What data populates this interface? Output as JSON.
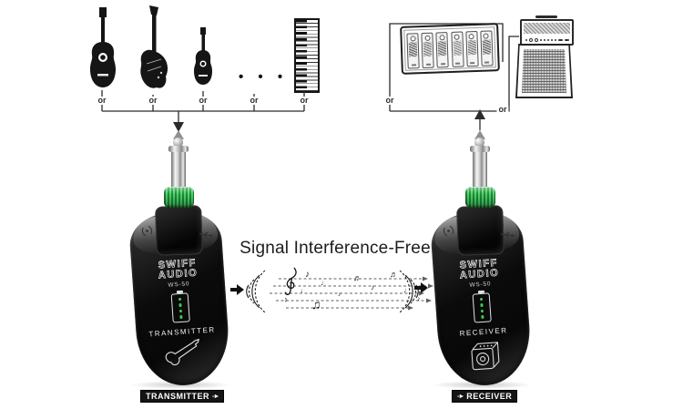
{
  "heading": {
    "text": "Signal Interference-Free"
  },
  "connections": {
    "or": "or"
  },
  "instruments": {
    "dots_label": "• • •",
    "items": [
      "acoustic-guitar",
      "electric-guitar",
      "ukulele",
      "keyboard"
    ]
  },
  "outputs": {
    "items": [
      "pedalboard",
      "amplifier"
    ]
  },
  "transmitter_device": {
    "brand_top": "SWIFF",
    "brand_bottom": "AUDIO",
    "model": "WS-50",
    "role": "TRANSMITTER",
    "battery_level": "4 dots"
  },
  "receiver_device": {
    "brand_top": "SWIFF",
    "brand_bottom": "AUDIO",
    "model": "WS-50",
    "role": "RECEIVER",
    "battery_level": "4 dots"
  },
  "tags": {
    "transmitter": "TRANSMITTER",
    "receiver": "RECEIVER",
    "arrow": "-►"
  },
  "music": {
    "notes": [
      "♪",
      "♩",
      "♪",
      "♩",
      "♬",
      "♪",
      "♬",
      "♫",
      "♩",
      "♪",
      "♪",
      "♪"
    ]
  },
  "colors": {
    "collar_green": "#2fb24c",
    "battery_dot": "#3ecb52",
    "wire": "#2b2b2b",
    "tag_bg": "#141414",
    "text_dark": "#1c1c1c"
  }
}
